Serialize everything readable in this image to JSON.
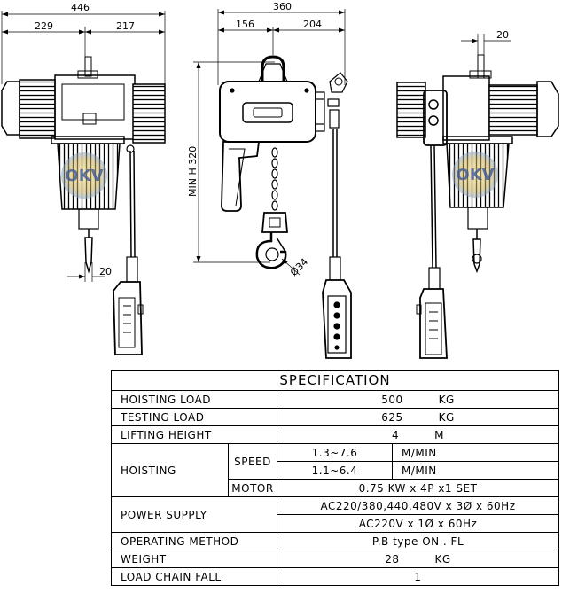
{
  "dimensions": {
    "side_overall": "446",
    "side_left": "229",
    "side_right": "217",
    "side_hook_offset": "20",
    "front_overall": "360",
    "front_left": "156",
    "front_right": "204",
    "front_height": "MIN H 320",
    "hook_diameter": "Ø34",
    "rear_offset": "20"
  },
  "logo": {
    "text": "OKV"
  },
  "spec": {
    "title": "SPECIFICATION",
    "hoisting_load": {
      "label": "HOISTING   LOAD",
      "value": "500",
      "unit": "KG"
    },
    "testing_load": {
      "label": "TESTING   LOAD",
      "value": "625",
      "unit": "KG"
    },
    "lifting_height": {
      "label": "LIFTING HEIGHT",
      "value": "4",
      "unit": "M"
    },
    "hoisting": {
      "label": "HOISTING",
      "speed_label": "SPEED",
      "speed_1": {
        "value": "1.3~7.6",
        "unit": "M/MIN"
      },
      "speed_2": {
        "value": "1.1~6.4",
        "unit": "M/MIN"
      },
      "motor_label": "MOTOR",
      "motor_value": "0.75 KW x 4P x1 SET"
    },
    "power_supply": {
      "label": "POWER SUPPLY",
      "line_1": "AC220/380,440,480V x 3Ø x 60Hz",
      "line_2": "AC220V x 1Ø x 60Hz"
    },
    "operating_method": {
      "label": "OPERATING   METHOD",
      "value": "P.B type ON . FL"
    },
    "weight": {
      "label": "WEIGHT",
      "value": "28",
      "unit": "KG"
    },
    "load_chain_fall": {
      "label": "LOAD CHAIN FALL",
      "value": "1"
    }
  }
}
